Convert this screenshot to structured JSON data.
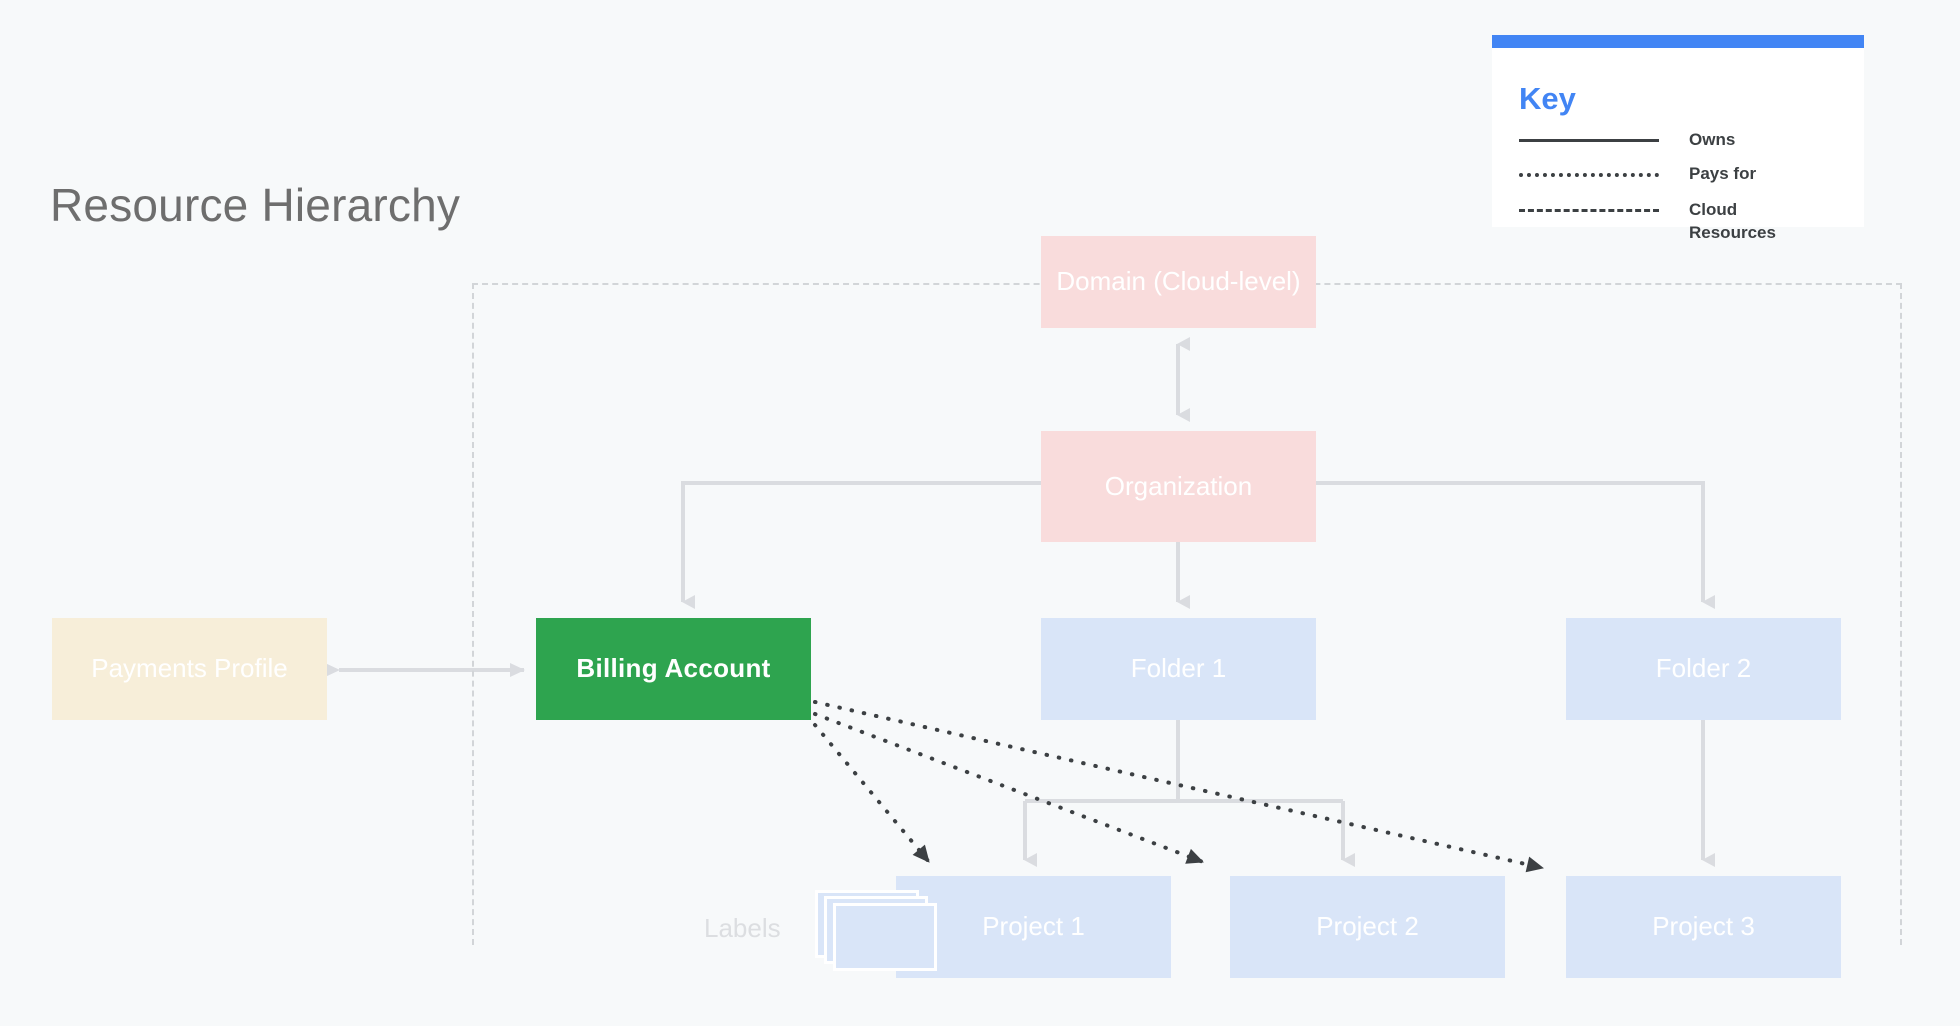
{
  "page": {
    "title": "Resource Hierarchy",
    "background_color": "#F7F9FA"
  },
  "legend": {
    "title": "Key",
    "accent_color": "#4285F4",
    "items": [
      {
        "style": "solid",
        "label": "Owns"
      },
      {
        "style": "dotted",
        "label": "Pays for"
      },
      {
        "style": "dashed",
        "label": "Cloud Resources"
      }
    ]
  },
  "diagram": {
    "type": "hierarchy",
    "boundary_label": "Cloud Resources",
    "nodes": [
      {
        "id": "domain",
        "label": "Domain (Cloud-level)",
        "color": "#F9DCDC",
        "text_color": "#FFFFFF"
      },
      {
        "id": "organization",
        "label": "Organization",
        "color": "#F9DCDC",
        "text_color": "#FFFFFF"
      },
      {
        "id": "payments",
        "label": "Payments Profile",
        "color": "#F7EED9",
        "text_color": "#FFFFFF"
      },
      {
        "id": "billing",
        "label": "Billing Account",
        "color": "#2EA44F",
        "text_color": "#FFFFFF"
      },
      {
        "id": "folder1",
        "label": "Folder 1",
        "color": "#D9E5F8",
        "text_color": "#FFFFFF"
      },
      {
        "id": "folder2",
        "label": "Folder 2",
        "color": "#D9E5F8",
        "text_color": "#FFFFFF"
      },
      {
        "id": "project1",
        "label": "Project 1",
        "color": "#D9E5F8",
        "text_color": "#FFFFFF"
      },
      {
        "id": "project2",
        "label": "Project 2",
        "color": "#D9E5F8",
        "text_color": "#FFFFFF"
      },
      {
        "id": "project3",
        "label": "Project 3",
        "color": "#D9E5F8",
        "text_color": "#FFFFFF"
      }
    ],
    "labels_group": {
      "label": "Labels",
      "icon": "stacked-cards-icon",
      "attached_to": "project1"
    },
    "edges": [
      {
        "from": "domain",
        "to": "organization",
        "style": "solid",
        "arrows": "both"
      },
      {
        "from": "organization",
        "to": "billing",
        "style": "solid",
        "arrows": "to"
      },
      {
        "from": "organization",
        "to": "folder1",
        "style": "solid",
        "arrows": "to"
      },
      {
        "from": "organization",
        "to": "folder2",
        "style": "solid",
        "arrows": "to"
      },
      {
        "from": "payments",
        "to": "billing",
        "style": "solid",
        "arrows": "both"
      },
      {
        "from": "folder1",
        "to": "project1",
        "style": "solid",
        "arrows": "to"
      },
      {
        "from": "folder1",
        "to": "project2",
        "style": "solid",
        "arrows": "to"
      },
      {
        "from": "folder2",
        "to": "project3",
        "style": "solid",
        "arrows": "to"
      },
      {
        "from": "billing",
        "to": "project1",
        "style": "dotted",
        "arrows": "to"
      },
      {
        "from": "billing",
        "to": "project2",
        "style": "dotted",
        "arrows": "to"
      },
      {
        "from": "billing",
        "to": "project3",
        "style": "dotted",
        "arrows": "to"
      }
    ]
  }
}
